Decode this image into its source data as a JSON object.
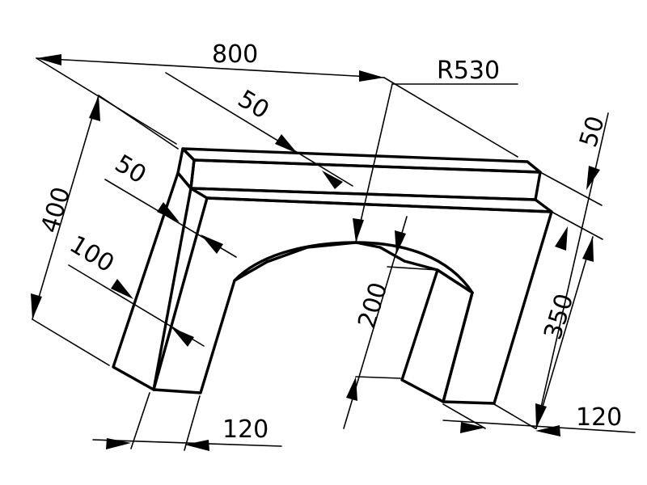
{
  "drawing": {
    "dimensions": {
      "overall_length": "800",
      "arch_radius": "R530",
      "top_cap_thickness": "50",
      "top_cap_height": "50",
      "cap_setback": "50",
      "total_height": "400",
      "left_ledge": "100",
      "arch_rise": "200",
      "right_leg_height": "350",
      "left_leg_width": "120",
      "right_leg_width": "120"
    }
  }
}
